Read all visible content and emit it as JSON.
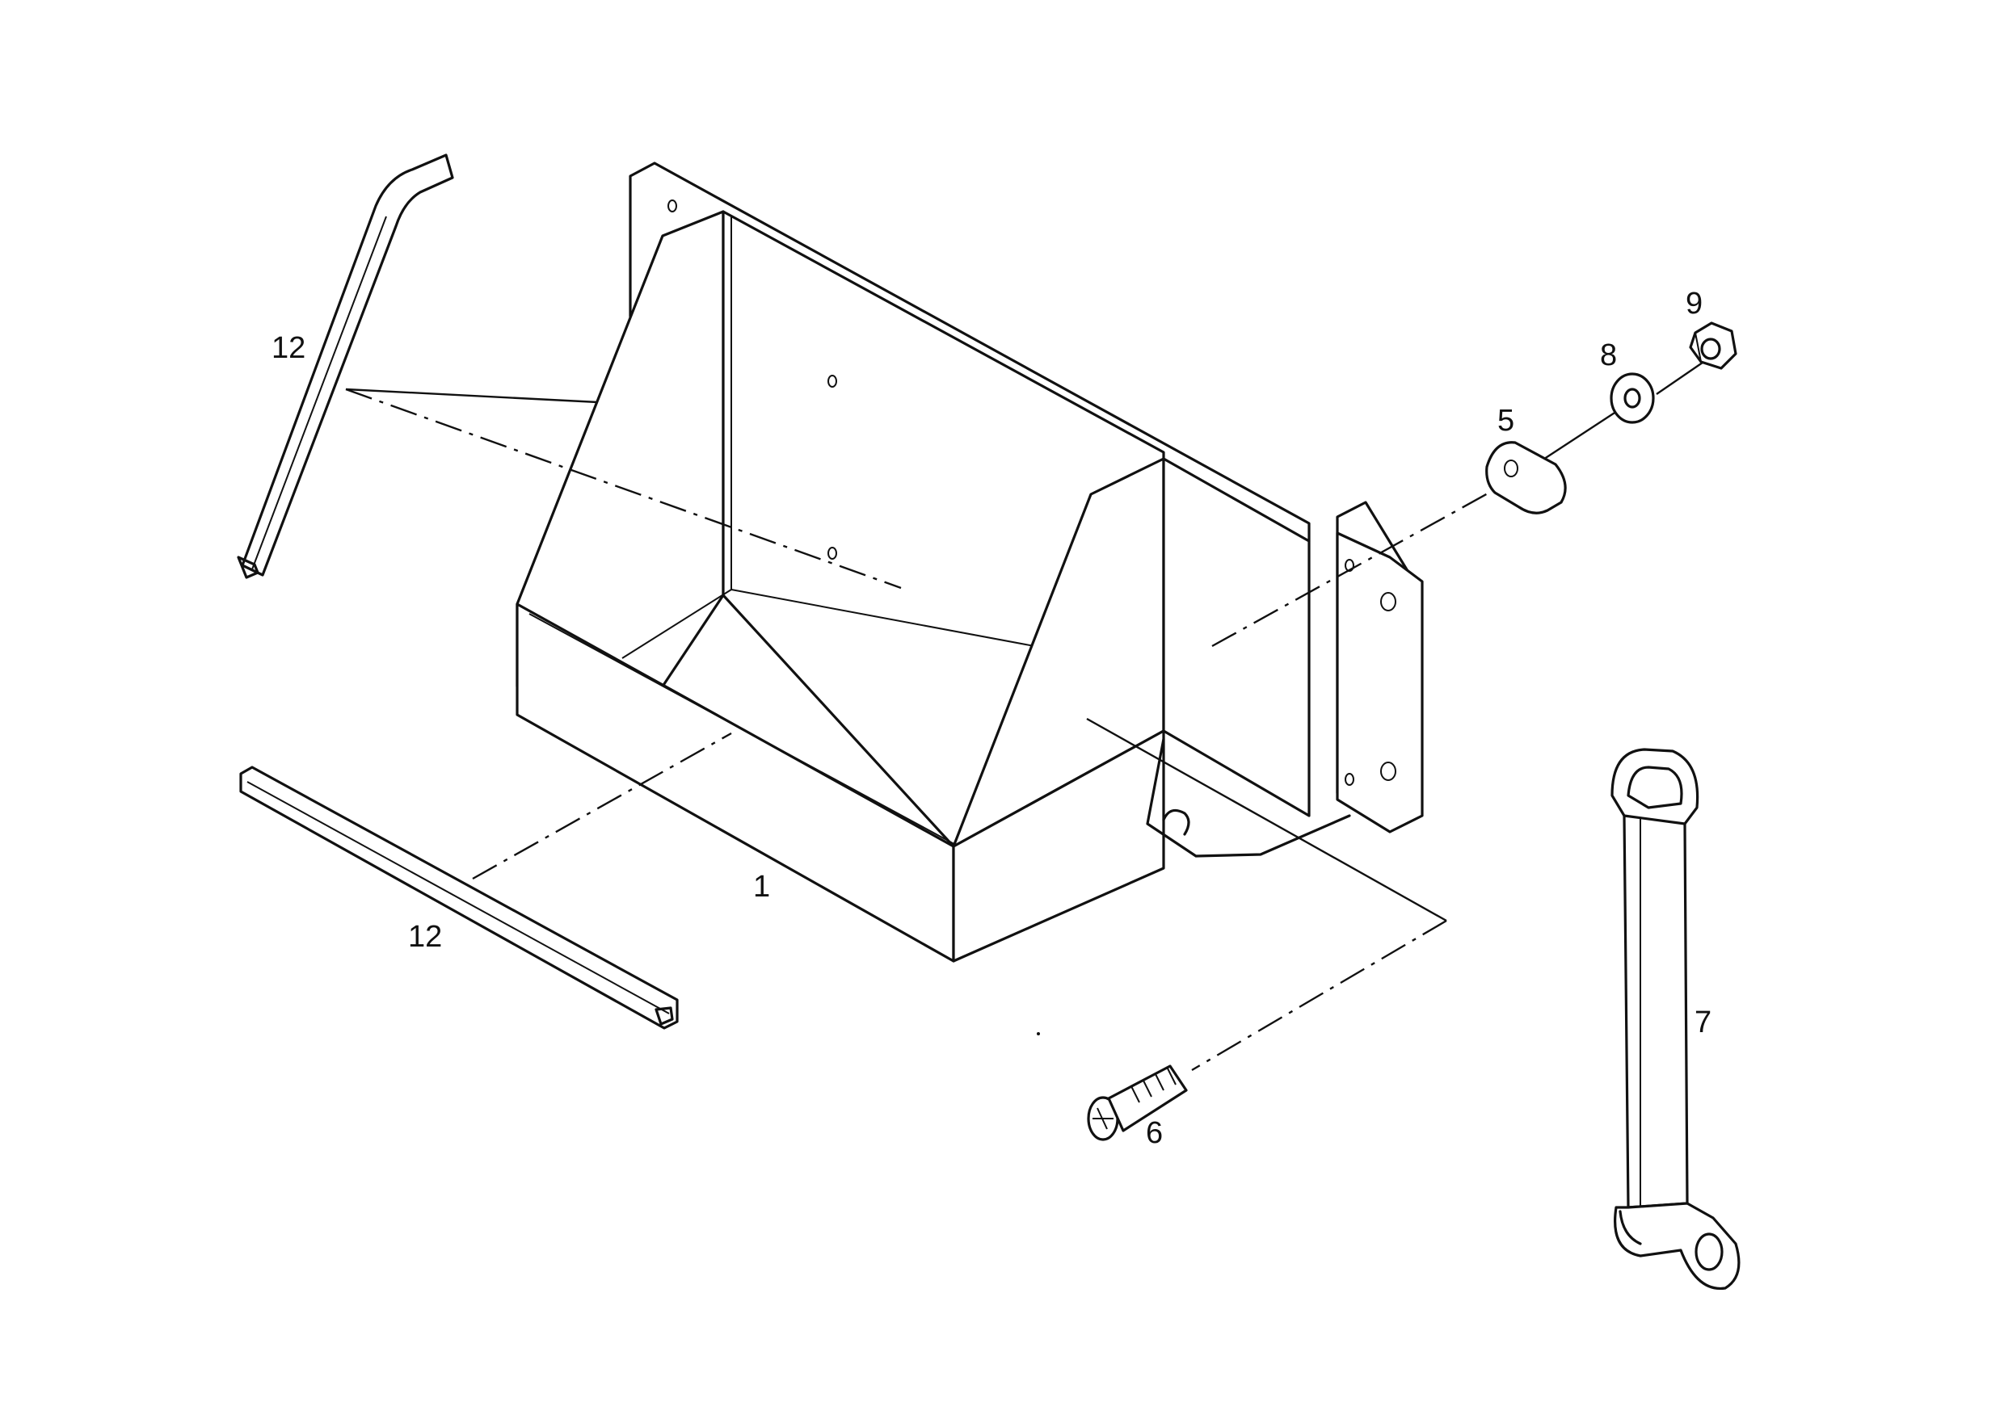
{
  "diagram": {
    "parts": [
      {
        "id": "box",
        "label": "1"
      },
      {
        "id": "bracket",
        "label": "5"
      },
      {
        "id": "screw",
        "label": "6"
      },
      {
        "id": "strap",
        "label": "7"
      },
      {
        "id": "washer",
        "label": "8"
      },
      {
        "id": "nut",
        "label": "9"
      },
      {
        "id": "edge-trim-upper",
        "label": "12"
      },
      {
        "id": "edge-trim-lower",
        "label": "12"
      }
    ]
  }
}
